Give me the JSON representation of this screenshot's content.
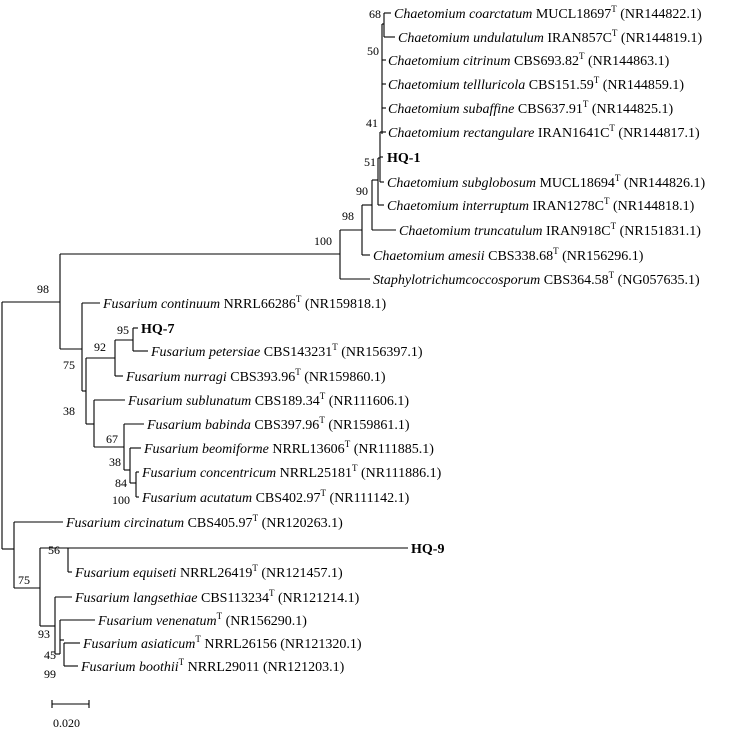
{
  "taxa": [
    {
      "id": "t1",
      "genus": "Chaetomium",
      "species": "coarctatum",
      "strain": "MUCL18697",
      "type_strain": true,
      "accession": "(NR144822.1)"
    },
    {
      "id": "t2",
      "genus": "Chaetomium",
      "species": "undulatulum",
      "strain": "IRAN857C",
      "type_strain": true,
      "accession": "(NR144819.1)"
    },
    {
      "id": "t3",
      "genus": "Chaetomium",
      "species": "citrinum",
      "strain": "CBS693.82",
      "type_strain": true,
      "accession": "(NR144863.1)"
    },
    {
      "id": "t4",
      "genus": "Chaetomium",
      "species": "tellluricola",
      "strain": "CBS151.59",
      "type_strain": true,
      "accession": "(NR144859.1)"
    },
    {
      "id": "t5",
      "genus": "Chaetomium",
      "species": "subaffine",
      "strain": "CBS637.91",
      "type_strain": true,
      "accession": "(NR144825.1)"
    },
    {
      "id": "t6",
      "genus": "Chaetomium",
      "species": "rectangulare",
      "strain": "IRAN1641C",
      "type_strain": true,
      "accession": "(NR144817.1)"
    },
    {
      "id": "t7",
      "isolate": "HQ-1"
    },
    {
      "id": "t8",
      "genus": "Chaetomium",
      "species": "subglobosum",
      "strain": "MUCL18694",
      "type_strain": true,
      "accession": "(NR144826.1)"
    },
    {
      "id": "t9",
      "genus": "Chaetomium",
      "species": "interruptum",
      "strain": "IRAN1278C",
      "type_strain": true,
      "accession": "(NR144818.1)"
    },
    {
      "id": "t10",
      "genus": "Chaetomium",
      "species": "truncatulum",
      "strain": "IRAN918C",
      "type_strain": true,
      "accession": "(NR151831.1)"
    },
    {
      "id": "t11",
      "genus": "Chaetomium",
      "species": "amesii",
      "strain": "CBS338.68",
      "type_strain": true,
      "accession": "(NR156296.1)"
    },
    {
      "id": "t12",
      "genus": "Staphylotrichumcoccosporum",
      "species": "",
      "strain": "CBS364.58",
      "type_strain": true,
      "accession": "(NG057635.1)"
    },
    {
      "id": "t13",
      "genus": "Fusarium",
      "species": "continuum",
      "strain": "NRRL66286",
      "type_strain": true,
      "accession": "(NR159818.1)"
    },
    {
      "id": "t14",
      "isolate": "HQ-7"
    },
    {
      "id": "t15",
      "genus": "Fusarium",
      "species": "petersiae",
      "strain": "CBS143231",
      "type_strain": true,
      "accession": "(NR156397.1)"
    },
    {
      "id": "t16",
      "genus": "Fusarium",
      "species": "nurragi",
      "strain": "CBS393.96",
      "type_strain": true,
      "accession": "(NR159860.1)"
    },
    {
      "id": "t17",
      "genus": "Fusarium",
      "species": "sublunatum",
      "strain": "CBS189.34",
      "type_strain": true,
      "accession": "(NR111606.1)"
    },
    {
      "id": "t18",
      "genus": "Fusarium",
      "species": "babinda",
      "strain": "CBS397.96",
      "type_strain": true,
      "accession": "(NR159861.1)"
    },
    {
      "id": "t19",
      "genus": "Fusarium",
      "species": "beomiforme",
      "strain": "NRRL13606",
      "type_strain": true,
      "accession": "(NR111885.1)"
    },
    {
      "id": "t20",
      "genus": "Fusarium",
      "species": "concentricum",
      "strain": "NRRL25181",
      "type_strain": true,
      "accession": "(NR111886.1)"
    },
    {
      "id": "t21",
      "genus": "Fusarium",
      "species": "acutatum",
      "strain": "CBS402.97",
      "type_strain": true,
      "accession": "(NR111142.1)"
    },
    {
      "id": "t22",
      "genus": "Fusarium",
      "species": "circinatum",
      "strain": "CBS405.97",
      "type_strain": true,
      "accession": "(NR120263.1)"
    },
    {
      "id": "t23",
      "isolate": "HQ-9"
    },
    {
      "id": "t24",
      "genus": "Fusarium",
      "species": "equiseti",
      "strain": "NRRL26419",
      "type_strain": true,
      "accession": "(NR121457.1)"
    },
    {
      "id": "t25",
      "genus": "Fusarium",
      "species": "langsethiae",
      "strain": "CBS113234",
      "type_strain": true,
      "accession": "(NR121214.1)"
    },
    {
      "id": "t26",
      "genus": "Fusarium",
      "species": "venenatum",
      "strain": "",
      "type_strain": true,
      "accession": "(NR156290.1)"
    },
    {
      "id": "t27",
      "genus": "Fusarium",
      "species": "asiaticum",
      "strain": "NRRL26156",
      "type_strain": true,
      "accession": "(NR121320.1)"
    },
    {
      "id": "t28",
      "genus": "Fusarium",
      "species": "boothii",
      "strain": "NRRL29011",
      "type_strain": true,
      "accession": "(NR121203.1)"
    }
  ],
  "type_strain_marker": "T",
  "bootstrap_values": [
    {
      "node": "coarctatum-undulatulum",
      "value": "68"
    },
    {
      "node": "citrinum",
      "value": "50"
    },
    {
      "node": "rectangulare",
      "value": "41"
    },
    {
      "node": "hq1-subglobosum",
      "value": "51"
    },
    {
      "node": "interruptum",
      "value": "90"
    },
    {
      "node": "truncatulum",
      "value": "98"
    },
    {
      "node": "chaetomium-staphylotrichum",
      "value": "100"
    },
    {
      "node": "root-upper",
      "value": "98"
    },
    {
      "node": "hq7-petersiae",
      "value": "95"
    },
    {
      "node": "hq7-nurragi",
      "value": "92"
    },
    {
      "node": "fusarium-upper",
      "value": "75"
    },
    {
      "node": "sublunatum",
      "value": "38"
    },
    {
      "node": "babinda",
      "value": "67"
    },
    {
      "node": "beomiforme",
      "value": "38"
    },
    {
      "node": "concentricum",
      "value": "84"
    },
    {
      "node": "acutatum",
      "value": "100"
    },
    {
      "node": "hq9-equiseti",
      "value": "56"
    },
    {
      "node": "fusarium-lower",
      "value": "75"
    },
    {
      "node": "venenatum",
      "value": "93"
    },
    {
      "node": "asiaticum",
      "value": "45"
    },
    {
      "node": "boothii",
      "value": "99"
    }
  ],
  "scale_bar": {
    "label": "0.020"
  }
}
